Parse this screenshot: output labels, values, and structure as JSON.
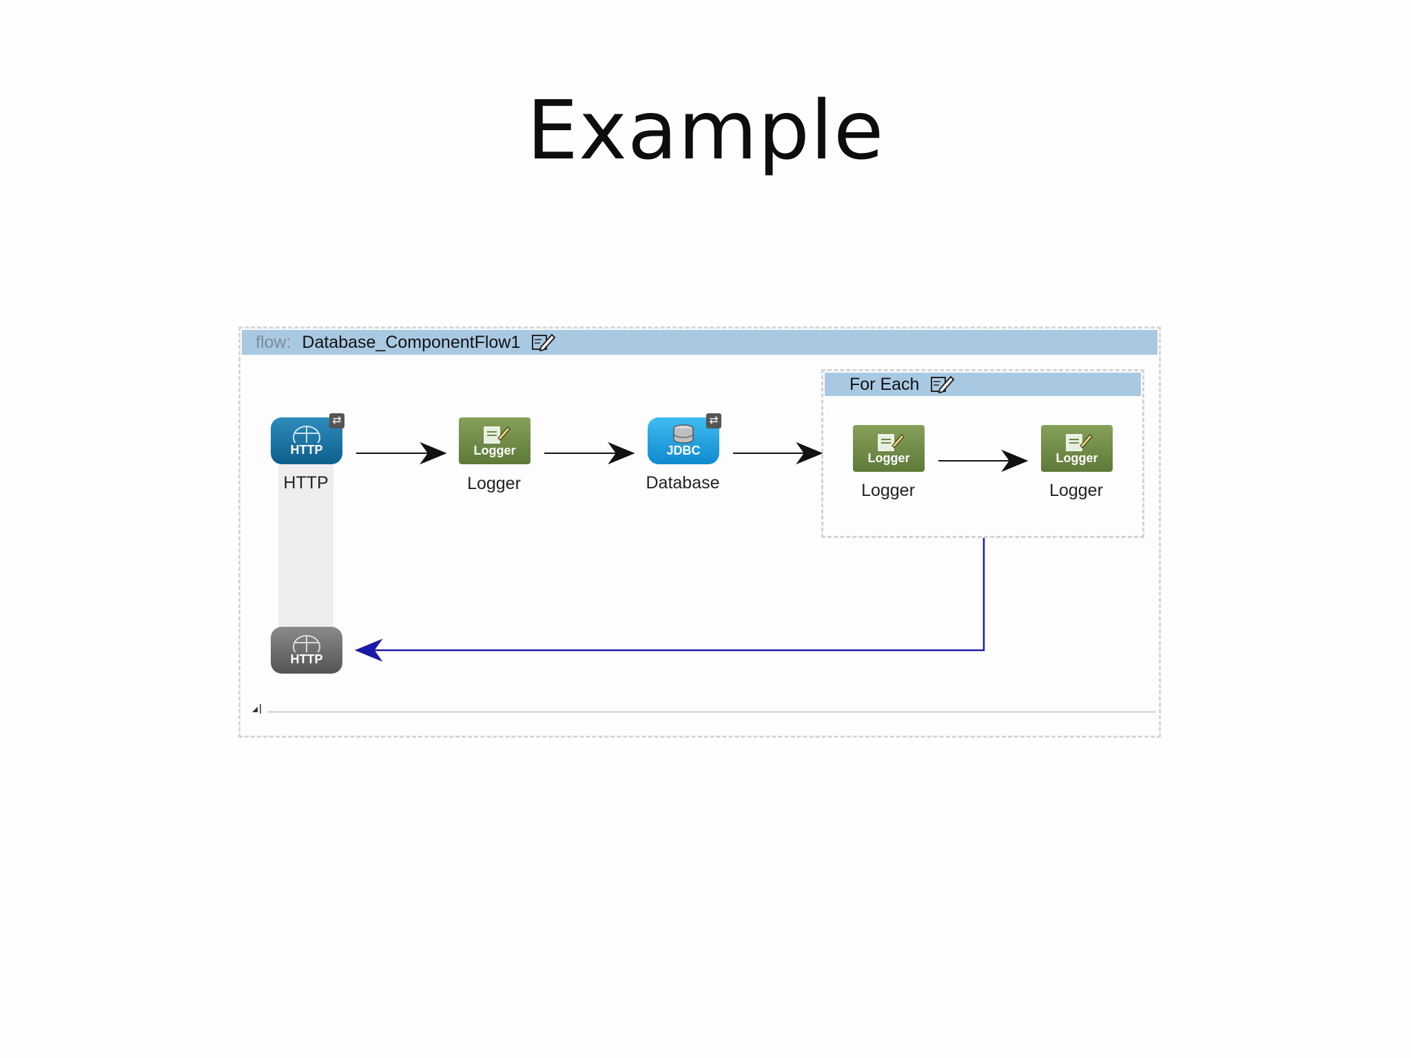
{
  "slide": {
    "title": "Example"
  },
  "flow": {
    "prefix": "flow:",
    "name": "Database_ComponentFlow1",
    "foreach_label": "For Each",
    "nodes": {
      "http_in": {
        "icon_text": "HTTP",
        "caption": "HTTP"
      },
      "logger1": {
        "icon_text": "Logger",
        "caption": "Logger"
      },
      "database": {
        "icon_text": "JDBC",
        "caption": "Database"
      },
      "logger2": {
        "icon_text": "Logger",
        "caption": "Logger"
      },
      "logger3": {
        "icon_text": "Logger",
        "caption": "Logger"
      },
      "http_out": {
        "icon_text": "HTTP"
      }
    },
    "icons": {
      "edit": "edit-icon",
      "http": "globe-icon",
      "jdbc": "database-cylinder-icon",
      "logger": "logger-document-pencil-icon",
      "exchange": "exchange-pattern-icon"
    },
    "colors": {
      "header_bg": "#a9c9e3",
      "http_blue": "#0d5f8c",
      "http_grey": "#545454",
      "jdbc_blue": "#1a9ee0",
      "logger_green": "#6b8844",
      "return_arrow": "#1a1aa8"
    }
  }
}
